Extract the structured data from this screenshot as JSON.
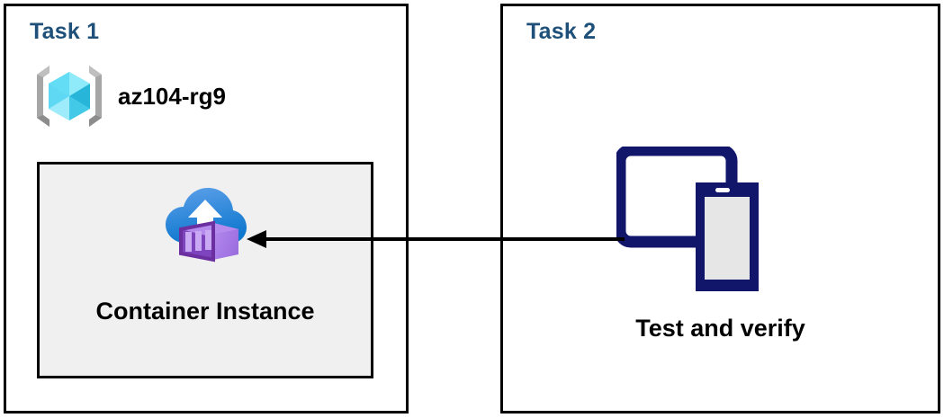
{
  "diagram": {
    "title": "Azure Container Instance task diagram",
    "background": "#ffffff",
    "colors": {
      "panel_border": "#000000",
      "task_heading": "#1F5079",
      "aci_box_fill": "#F0F0F0",
      "aci_box_border": "#000000",
      "device_navy": "#11166B",
      "device_screen_grey": "#E6E6E6",
      "container_purple": "#A97FE8",
      "container_purple_dark": "#6B2FA0",
      "cloud_blue_light": "#5B9BE8",
      "cloud_blue_dark": "#0F7BD1",
      "rg_cube_light": "#7FE3F7",
      "rg_cube_dark": "#27B6D9",
      "rg_bracket_grey": "#A6A6A6",
      "arrow": "#000000"
    }
  },
  "panels": [
    {
      "id": "task1",
      "title": "Task 1",
      "resource_group": {
        "label": "az104-rg9",
        "icon": "resource-group-icon"
      },
      "resource": {
        "label": "Container Instance",
        "icon": "container-instance-icon"
      }
    },
    {
      "id": "task2",
      "title": "Task 2",
      "step": {
        "label": "Test and verify",
        "icon": "devices-tablet-phone-icon"
      }
    }
  ],
  "connector": {
    "name": "flow-arrow",
    "from": "Test and verify",
    "to": "Container Instance",
    "direction": "right-to-left",
    "style": "solid-line-with-arrowhead"
  }
}
